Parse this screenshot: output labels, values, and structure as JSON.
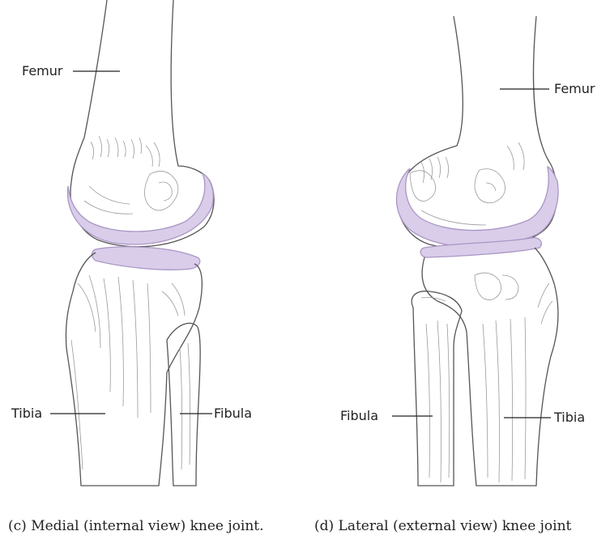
{
  "figure_left": {
    "labels": {
      "femur": "Femur",
      "tibia": "Tibia",
      "fibula": "Fibula"
    },
    "caption": "(c) Medial (internal view) knee joint."
  },
  "figure_right": {
    "labels": {
      "femur": "Femur",
      "fibula": "Fibula",
      "tibia": "Tibia"
    },
    "caption": "(d) Lateral (external view) knee joint"
  },
  "colors": {
    "cartilage": "#d9cdea",
    "cartilage_edge": "#a996c4",
    "bone_outline": "#555555",
    "hatching": "#9a9a9a"
  }
}
